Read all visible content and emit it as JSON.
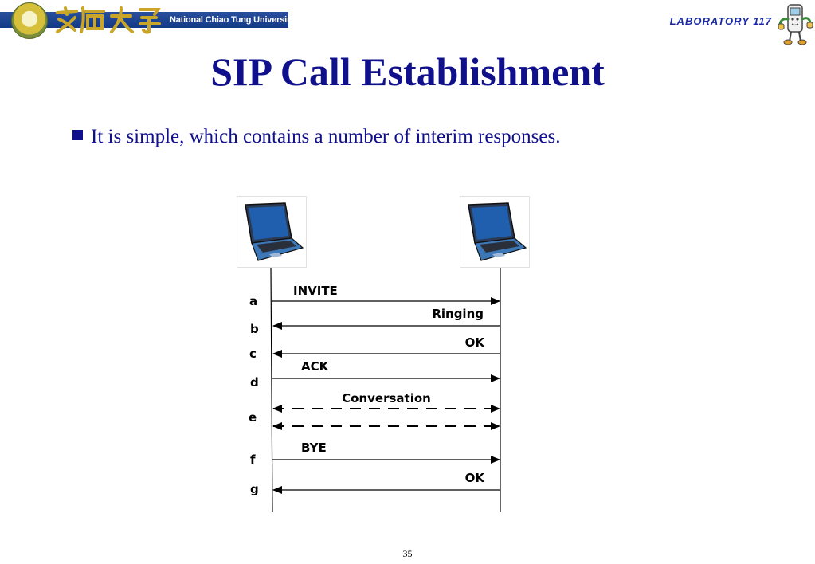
{
  "header": {
    "university_name": "National Chiao Tung University",
    "lab_label": "LABORATORY 117"
  },
  "slide": {
    "title": "SIP Call Establishment",
    "bullet": "It is simple, which contains a number of interim responses.",
    "page_number": "35"
  },
  "colors": {
    "title": "#10108c",
    "lab_label": "#1a2aa6",
    "banner": "#1c4390",
    "line": "#000000"
  },
  "diagram": {
    "step_labels": [
      "a",
      "b",
      "c",
      "d",
      "e",
      "f",
      "g"
    ],
    "messages": [
      {
        "label": "INVITE",
        "direction": "right",
        "style": "solid"
      },
      {
        "label": "Ringing",
        "direction": "left",
        "style": "solid"
      },
      {
        "label": "OK",
        "direction": "left",
        "style": "solid"
      },
      {
        "label": "ACK",
        "direction": "right",
        "style": "solid"
      },
      {
        "label": "Conversation",
        "direction": "both",
        "style": "dashed"
      },
      {
        "label": "",
        "direction": "both",
        "style": "dashed"
      },
      {
        "label": "BYE",
        "direction": "right",
        "style": "solid"
      },
      {
        "label": "OK",
        "direction": "left",
        "style": "solid"
      }
    ],
    "icons": [
      "laptop-icon",
      "laptop-icon"
    ]
  }
}
